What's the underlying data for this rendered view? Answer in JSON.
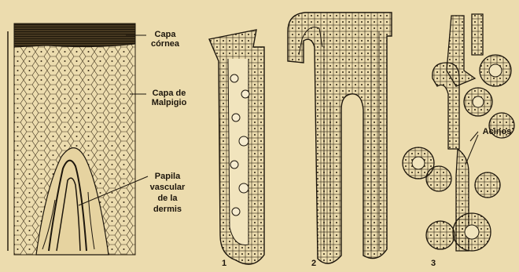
{
  "skin_labels": {
    "capa_cornea": [
      "Capa",
      "córnea"
    ],
    "capa_malpigio": [
      "Capa de",
      "Malpigio"
    ],
    "papila": [
      "Papila",
      "vascular",
      "de la",
      "dermis"
    ]
  },
  "gland_labels": {
    "acinos": "Acinos"
  },
  "figure_numbers": [
    "1",
    "2",
    "3"
  ],
  "colors": {
    "paper": "#ecdcae",
    "ink": "#1d160c",
    "cell_fill": "#f1e4bd"
  }
}
